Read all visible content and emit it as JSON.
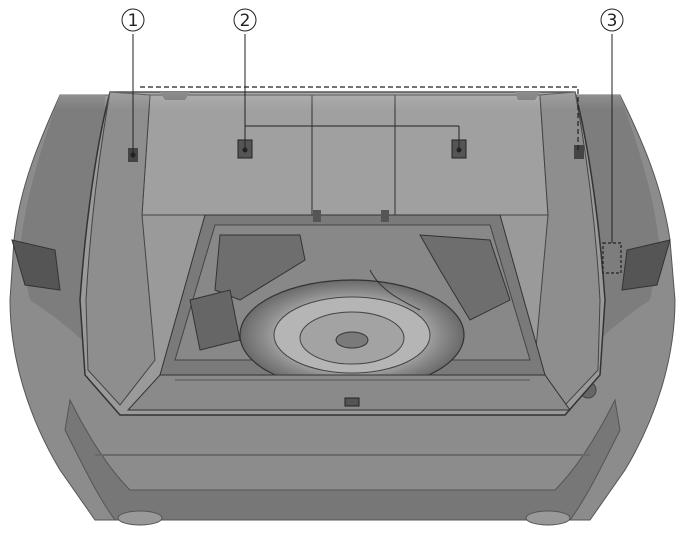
{
  "callouts": [
    {
      "id": "1",
      "label": "1"
    },
    {
      "id": "2",
      "label": "2"
    },
    {
      "id": "3",
      "label": "3"
    }
  ],
  "colors": {
    "body": "#8c8c8c",
    "body_dark": "#6e6e6e",
    "body_light": "#a8a8a8",
    "interior": "#9a9a9a",
    "interior_dark": "#5a5a5a",
    "line": "#222222"
  }
}
